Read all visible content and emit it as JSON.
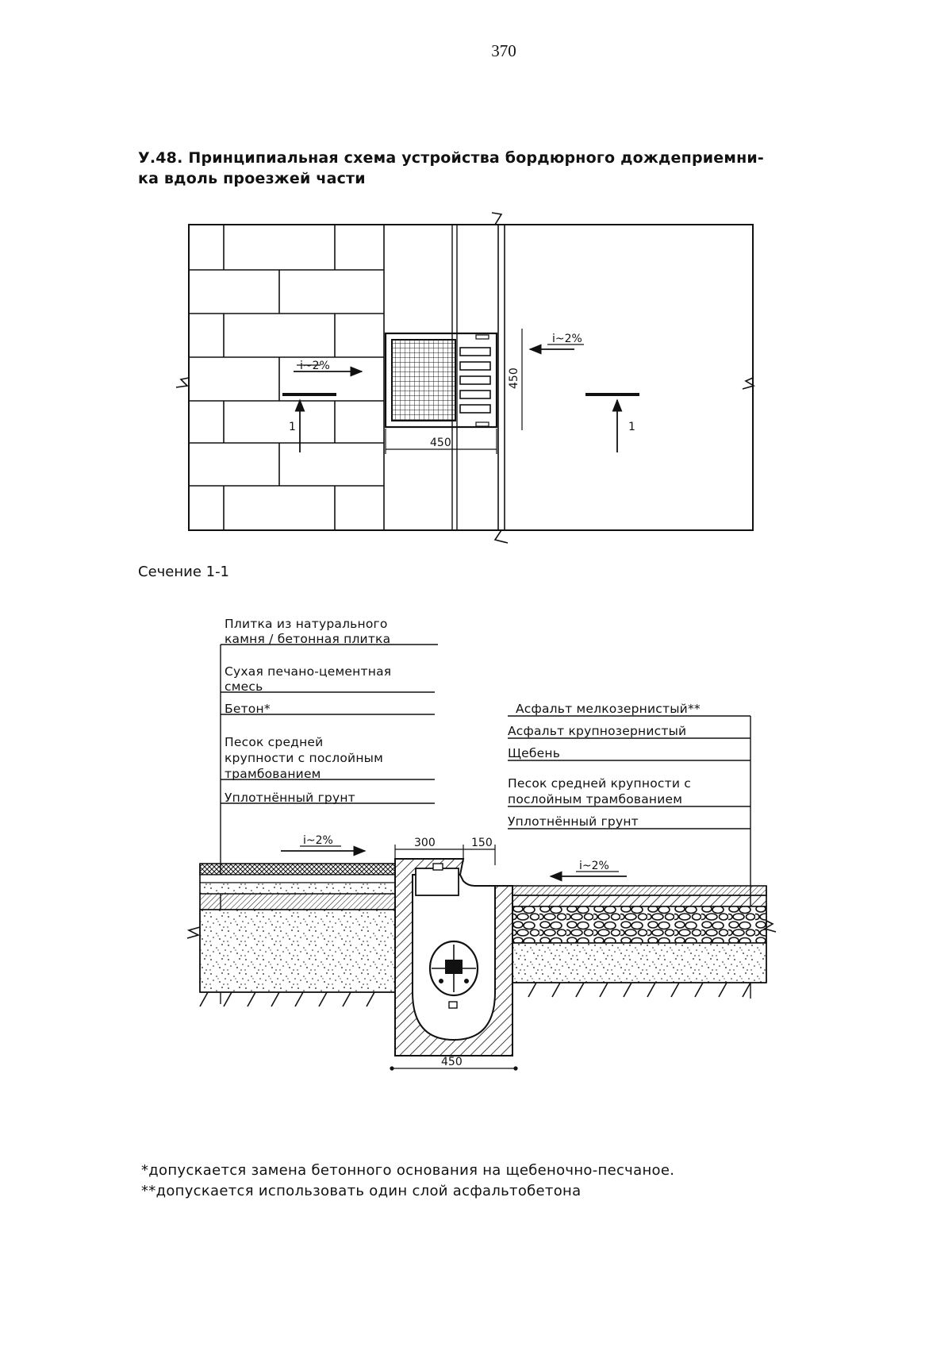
{
  "page": {
    "number": "370"
  },
  "caption": {
    "line1": "У.48. Принципиальная схема устройства бордюрного дождеприемни-",
    "line2": "ка вдоль проезжей части"
  },
  "plan": {
    "slope_left": "i~2%",
    "slope_right": "i~2%",
    "section_mark_left": "1",
    "section_mark_right": "1",
    "dim_width": "450",
    "dim_height": "450"
  },
  "section": {
    "title": "Сечение 1-1",
    "left_layers": [
      "Плитка из натурального",
      "камня / бетонная плитка",
      "Сухая печано-цементная",
      "смесь",
      "Бетон*",
      "Песок средней",
      "крупности с послойным",
      "трамбованием",
      "Уплотнённый грунт"
    ],
    "right_layers": [
      "Асфальт мелкозернистый**",
      "Асфальт крупнозернистый",
      "Щебень",
      "Песок средней крупности с",
      "послойным трамбованием",
      "Уплотнённый грунт"
    ],
    "slope_left": "i~2%",
    "slope_right": "i~2%",
    "dim_300": "300",
    "dim_150": "150",
    "dim_450": "450"
  },
  "notes": {
    "note1": "*допускается замена бетонного основания на щебеночно-песчаное.",
    "note2": "**допускается использовать один слой асфальтобетона"
  }
}
